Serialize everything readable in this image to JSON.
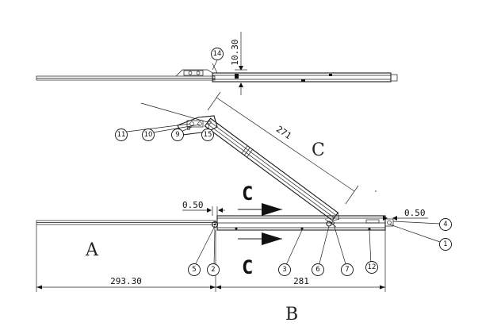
{
  "dimensions": {
    "top_height": "10.30",
    "arm_length": "271",
    "gap_left": "0.50",
    "gap_right": "0.50",
    "left_length": "293.30",
    "right_length": "281"
  },
  "view_labels": {
    "a": "A",
    "b": "B",
    "c_arm": "C",
    "c_section_top": "C",
    "c_section_bottom": "C"
  },
  "balloons": [
    "1",
    "2",
    "3",
    "4",
    "5",
    "6",
    "7",
    "9",
    "10",
    "11",
    "12",
    "14",
    "15"
  ]
}
